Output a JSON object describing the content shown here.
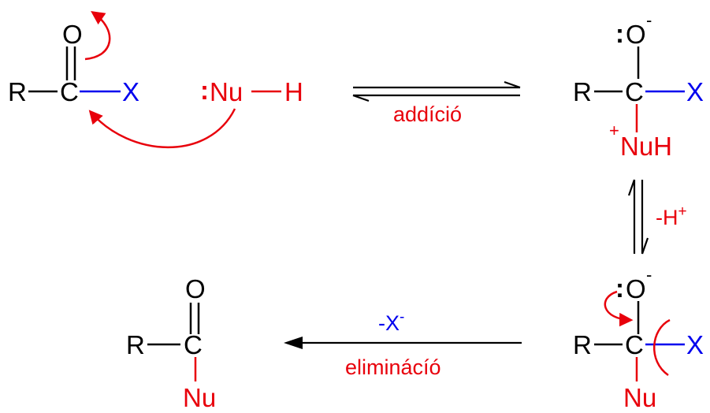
{
  "colors": {
    "black": "#000000",
    "red": "#e8000b",
    "blue": "#0000ee"
  },
  "atoms": {
    "R": "R",
    "C": "C",
    "X": "X",
    "O": "O",
    "O_minus": "O",
    "minus": "-",
    "plus": "+",
    "H": "H",
    "Nu": "Nu",
    "NuH": "NuH",
    "lone_pair": ":"
  },
  "labels": {
    "addition": "addíció",
    "deprotonation_prefix": "-H",
    "deprotonation_sup": "+",
    "leaving_prefix": "-X",
    "leaving_sup": "-",
    "elimination": "eliminácíó"
  },
  "icons": {
    "equilibrium": "equilibrium-arrows-icon",
    "curved_arrow": "curved-arrow-icon",
    "reaction_arrow": "reaction-arrow-icon"
  }
}
